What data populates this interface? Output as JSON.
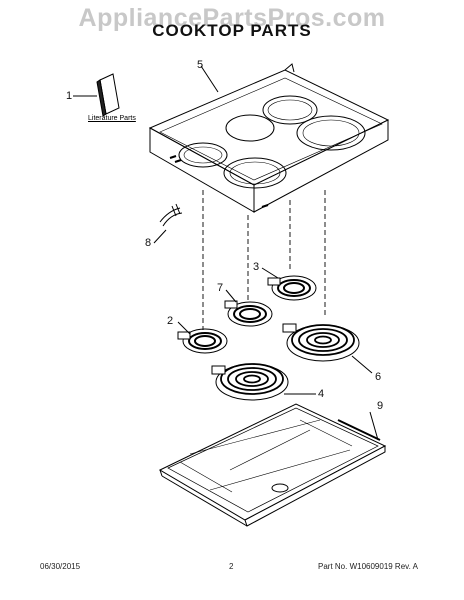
{
  "watermark": "AppliancePartsPros.com",
  "title": "COOKTOP PARTS",
  "literature_label": "Literature Parts",
  "callouts": [
    "1",
    "2",
    "3",
    "4",
    "5",
    "6",
    "7",
    "8",
    "9"
  ],
  "footer": {
    "date": "06/30/2015",
    "page": "2",
    "part_number": "Part No. W10609019  Rev. A"
  }
}
